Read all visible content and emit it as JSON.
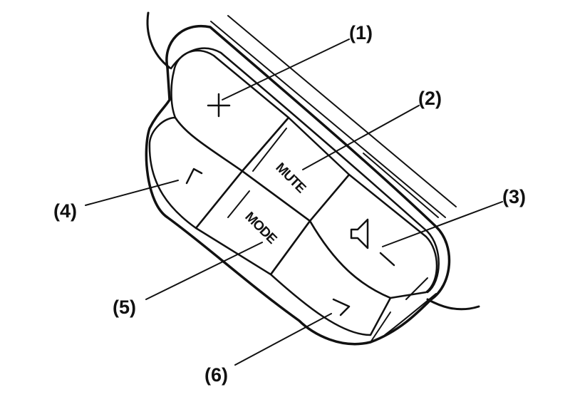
{
  "diagram": {
    "buttons": {
      "mute_label": "MUTE",
      "mode_label": "MODE"
    },
    "icons": {
      "plus": "plus-icon",
      "speaker": "speaker-icon",
      "minus": "minus-icon",
      "chevron_up": "chevron-up-icon",
      "chevron_down": "chevron-down-icon"
    },
    "callouts": [
      {
        "label": "(1)",
        "target": "volume-up-button"
      },
      {
        "label": "(2)",
        "target": "mute-button"
      },
      {
        "label": "(3)",
        "target": "volume-down-button"
      },
      {
        "label": "(4)",
        "target": "seek-up-button"
      },
      {
        "label": "(5)",
        "target": "mode-button"
      },
      {
        "label": "(6)",
        "target": "seek-down-button"
      }
    ]
  }
}
